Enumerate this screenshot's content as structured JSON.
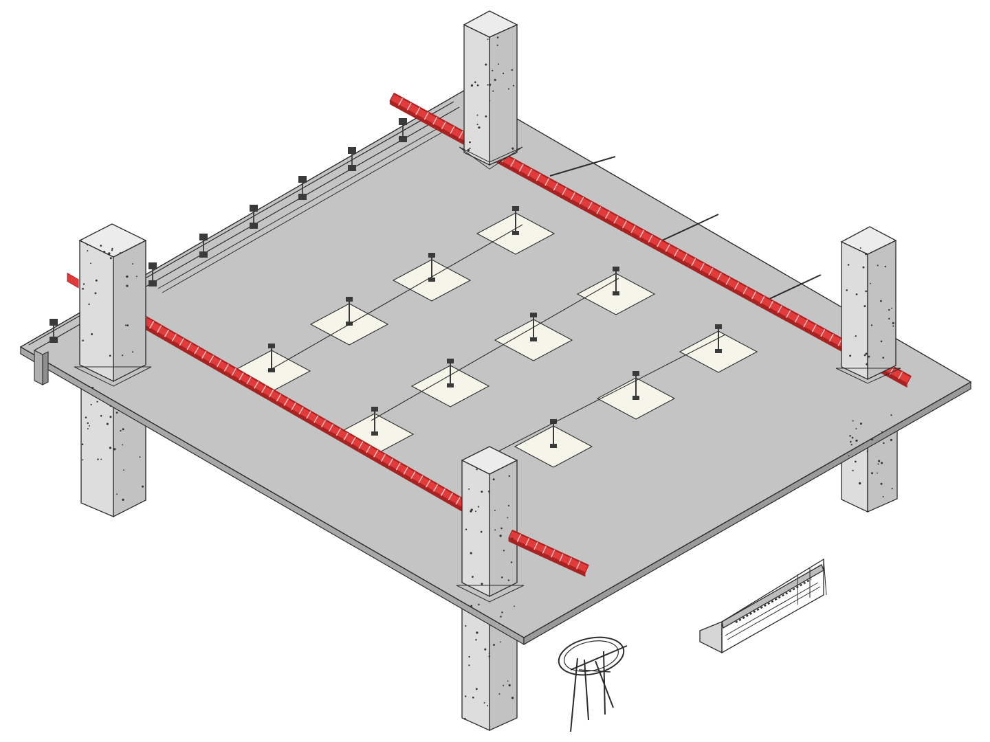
{
  "diagram": {
    "view": "isometric",
    "subject": "slab-with-columns-cable-trays-and-embed-plates",
    "colors": {
      "background": "#ffffff",
      "slab_top": "#c4c4c4",
      "slab_edge": "#a8a8a8",
      "column_front": "#dddddd",
      "column_side": "#c2c2c2",
      "column_top": "#ececec",
      "tray": "#e13b3b",
      "tray_dark": "#a92222",
      "opening": "#f6f5ea",
      "line": "#2a2a2a",
      "hardware": "#3a3a3a"
    },
    "counts": {
      "columns": 4,
      "cable_trays": 3,
      "embed_plates": 11,
      "edge_anchors": 7
    },
    "detached_parts": [
      "rebar-chair",
      "angle-bracket"
    ]
  }
}
